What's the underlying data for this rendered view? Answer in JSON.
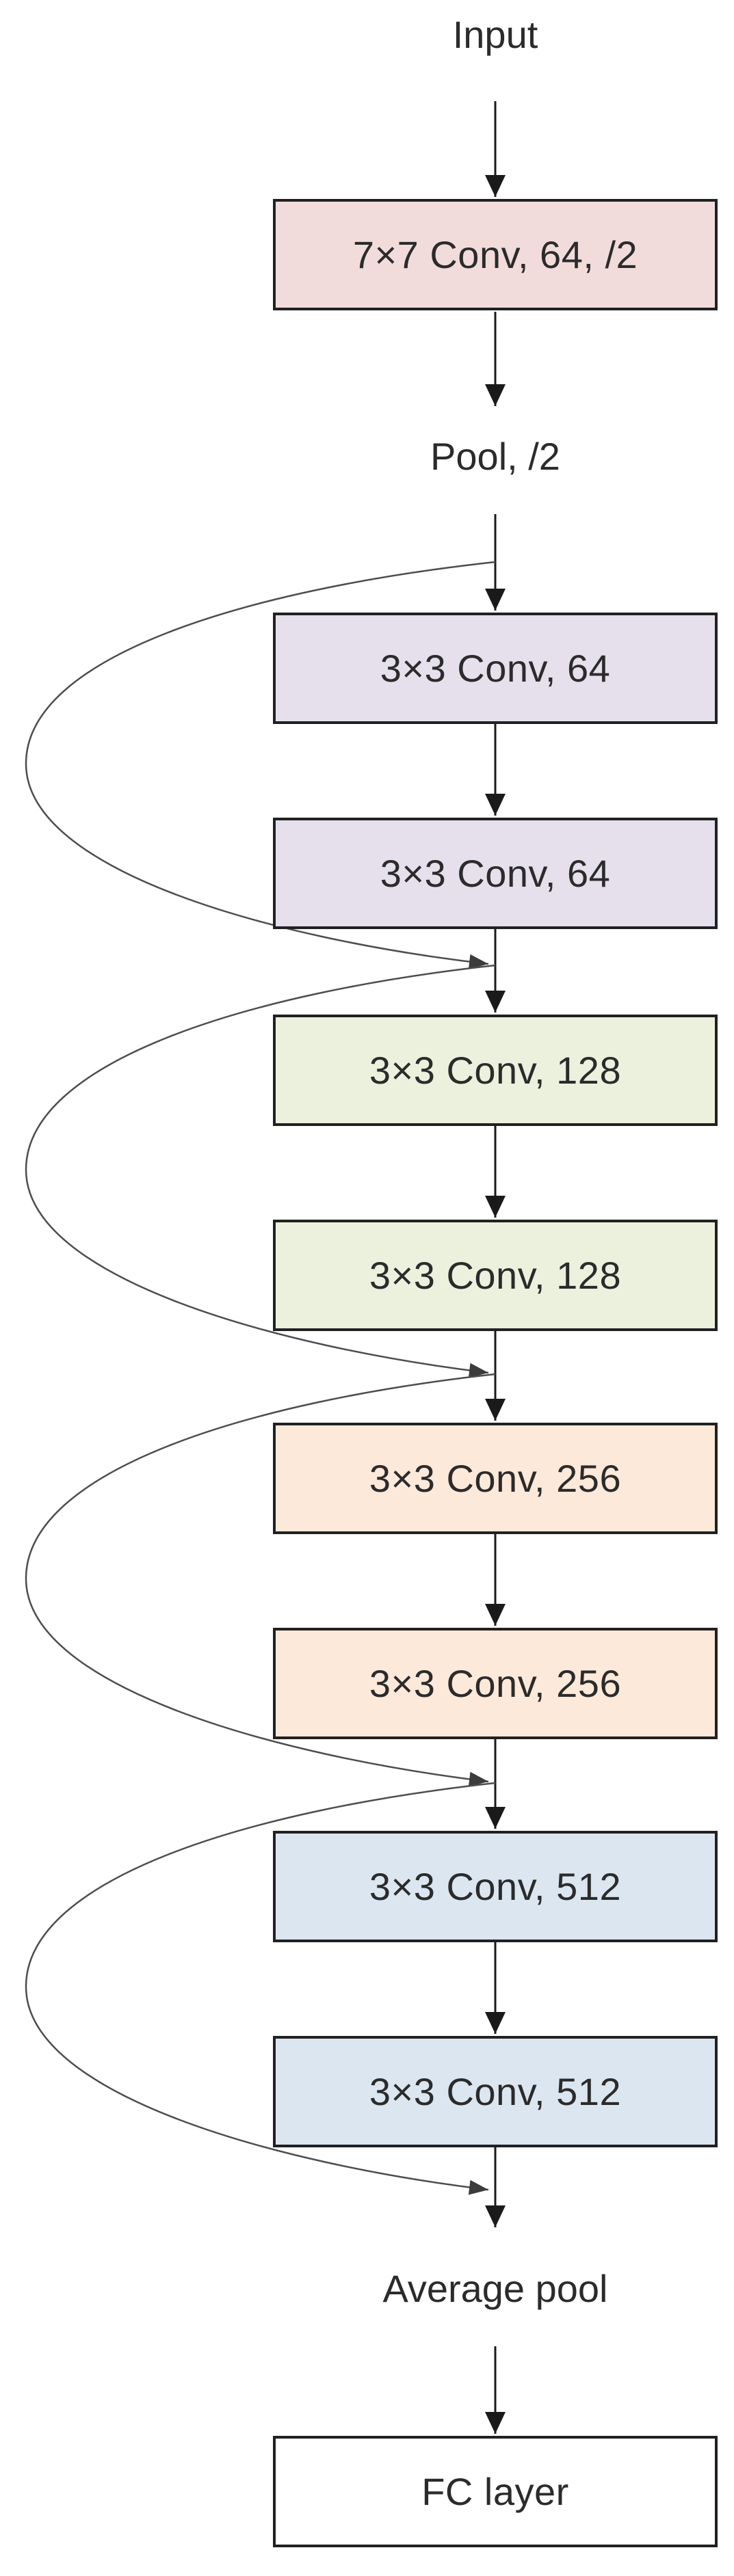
{
  "diagram": {
    "kind": "cnn-architecture-flow",
    "colors": {
      "background": "#ffffff",
      "box_border": "#212121",
      "arrow_line": "#1a1a1a",
      "skip_arc_line": "#4d4d4d",
      "text": "#2b2b2b",
      "fill_conv7x7": "#f2dcdb",
      "fill_conv64": "#e5e0ec",
      "fill_conv128": "#ebf1dd",
      "fill_conv256": "#fde9d9",
      "fill_conv512": "#dce6f1",
      "fill_fc": "#ffffff"
    },
    "labels": {
      "input": "Input",
      "pool": "Pool, /2",
      "avgpool": "Average pool"
    },
    "blocks": [
      {
        "label": "7×7 Conv, 64, /2",
        "fill": "#f2dcdb"
      },
      {
        "label": "3×3 Conv, 64",
        "fill": "#e5e0ec"
      },
      {
        "label": "3×3 Conv, 64",
        "fill": "#e5e0ec"
      },
      {
        "label": "3×3 Conv, 128",
        "fill": "#ebf1dd"
      },
      {
        "label": "3×3 Conv, 128",
        "fill": "#ebf1dd"
      },
      {
        "label": "3×3 Conv, 256",
        "fill": "#fde9d9"
      },
      {
        "label": "3×3 Conv, 256",
        "fill": "#fde9d9"
      },
      {
        "label": "3×3 Conv, 512",
        "fill": "#dce6f1"
      },
      {
        "label": "3×3 Conv, 512",
        "fill": "#dce6f1"
      },
      {
        "label": "FC layer",
        "fill": "#ffffff"
      }
    ],
    "skip_connections_count": 4
  }
}
